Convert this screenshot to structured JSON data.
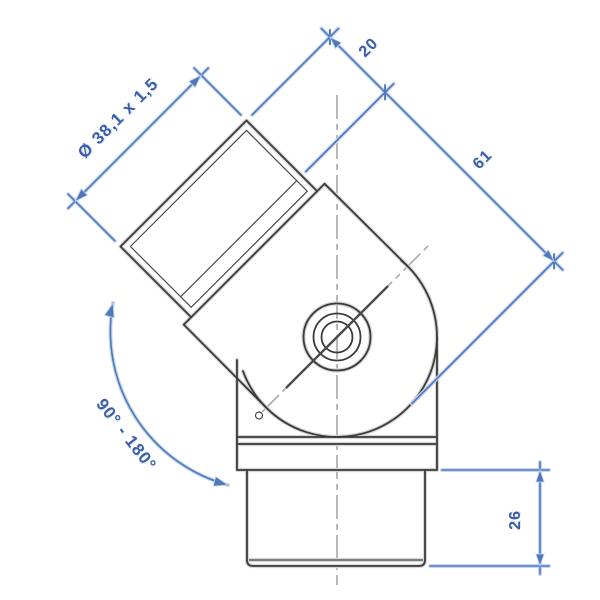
{
  "dimensions": {
    "diameter": {
      "label": "Ø 38,1 x 1,5"
    },
    "depth": {
      "label": "20"
    },
    "length": {
      "label": "61"
    },
    "angle_range": {
      "label": "90° - 180°"
    },
    "height": {
      "label": "26"
    }
  },
  "colors": {
    "dimension_blue": "#4e79bb",
    "dimension_blue_light": "#c6d6ee",
    "dimension_text_blue": "#3a5ea8",
    "part_line_dark": "#3a3a3a",
    "part_line_light": "#d6d6d6",
    "centerline_gray": "#adadad",
    "background": "#ffffff"
  }
}
